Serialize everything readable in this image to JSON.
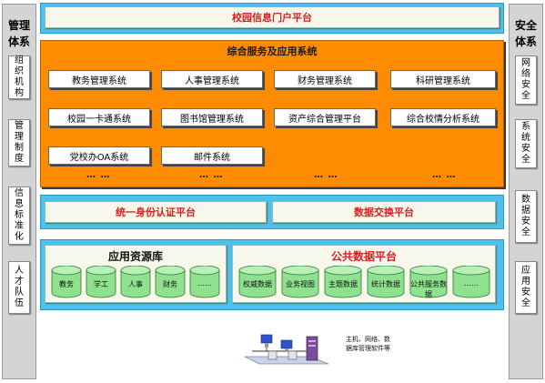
{
  "portal": {
    "title": "校园信息门户平台"
  },
  "left_column": {
    "heading": "管理体系",
    "items": [
      "组织机构",
      "管理制度",
      "信息标准化",
      "人才队伍"
    ]
  },
  "right_column": {
    "heading": "安全体系",
    "items": [
      "网络安全",
      "系统安全",
      "数据安全",
      "应用安全"
    ]
  },
  "services": {
    "title": "综合服务及应用系统",
    "row1": [
      "教务管理系统",
      "人事管理系统",
      "财务管理系统",
      "科研管理系统"
    ],
    "row2": [
      "校园一卡通系统",
      "图书馆管理系统",
      "资产综合管理平台",
      "综合校情分析系统"
    ],
    "row3": [
      "党校办OA系统",
      "邮件系统"
    ],
    "ellipsis": "… …"
  },
  "middle": {
    "auth": "统一身份认证平台",
    "exchange": "数据交换平台"
  },
  "app_repo": {
    "title": "应用资源库",
    "items": [
      "教务",
      "学工",
      "人事",
      "财务",
      "……"
    ]
  },
  "public_data": {
    "title": "公共数据平台",
    "items": [
      "权威数据",
      "业务视图",
      "主题数据",
      "统计数据",
      "公共服务数据",
      "……"
    ]
  },
  "infrastructure": {
    "label_line1": "主机、网络、数",
    "label_line2": "据库管理软件等"
  },
  "colors": {
    "blue_bar": "#4fc0ea",
    "orange_panel": "#ff8c00",
    "cylinder": "#8fe08f",
    "accent_text": "#d81e1e"
  }
}
